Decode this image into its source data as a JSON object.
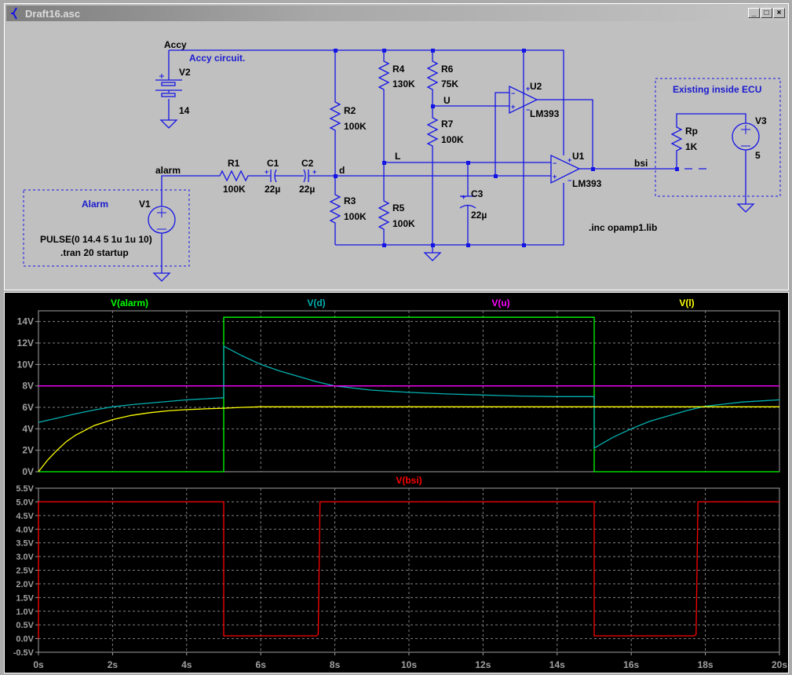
{
  "window": {
    "title": "Draft16.asc",
    "buttons": [
      "minimize",
      "maximize",
      "close"
    ]
  },
  "schematic": {
    "nets": {
      "accy": "Accy",
      "alarm": "alarm",
      "d": "d",
      "L": "L",
      "U": "U",
      "bsi": "bsi"
    },
    "comments": {
      "accy_circuit": "Accy circuit.",
      "alarm_box": "Alarm",
      "ecu_box": "Existing inside ECU"
    },
    "components": {
      "V2": {
        "name": "V2",
        "value": "14"
      },
      "V1": {
        "name": "V1",
        "value": "PULSE(0 14.4 5 1u 1u 10)"
      },
      "R1": {
        "name": "R1",
        "value": "100K"
      },
      "C1": {
        "name": "C1",
        "value": "22µ"
      },
      "C2": {
        "name": "C2",
        "value": "22µ"
      },
      "R2": {
        "name": "R2",
        "value": "100K"
      },
      "R3": {
        "name": "R3",
        "value": "100K"
      },
      "R4": {
        "name": "R4",
        "value": "130K"
      },
      "R5": {
        "name": "R5",
        "value": "100K"
      },
      "R6": {
        "name": "R6",
        "value": "75K"
      },
      "R7": {
        "name": "R7",
        "value": "100K"
      },
      "C3": {
        "name": "C3",
        "value": "22µ"
      },
      "U1": {
        "name": "U1",
        "value": "LM393"
      },
      "U2": {
        "name": "U2",
        "value": "LM393"
      },
      "Rp": {
        "name": "Rp",
        "value": "1K"
      },
      "V3": {
        "name": "V3",
        "value": "5"
      }
    },
    "directives": {
      "tran": ".tran 20 startup",
      "inc": ".inc opamp1.lib"
    },
    "colors": {
      "wire": "#1414e6",
      "comment": "#1a1ad0",
      "text": "#000000"
    }
  },
  "chart_data": [
    {
      "type": "line",
      "title": "",
      "xlabel": "",
      "ylabel": "",
      "xlim": [
        0,
        20
      ],
      "ylim": [
        0,
        15
      ],
      "yticks": [
        "0V",
        "2V",
        "4V",
        "6V",
        "8V",
        "10V",
        "12V",
        "14V"
      ],
      "ytick_values": [
        0,
        2,
        4,
        6,
        8,
        10,
        12,
        14
      ],
      "grid": true,
      "series": [
        {
          "name": "V(alarm)",
          "color": "#00ff00",
          "points": [
            [
              0,
              0
            ],
            [
              5,
              0
            ],
            [
              5,
              14.4
            ],
            [
              15,
              14.4
            ],
            [
              15,
              0
            ],
            [
              20,
              0
            ]
          ]
        },
        {
          "name": "V(d)",
          "color": "#00b0b0",
          "points": [
            [
              0,
              4.6
            ],
            [
              0.5,
              5.0
            ],
            [
              1,
              5.4
            ],
            [
              1.5,
              5.75
            ],
            [
              2,
              6.05
            ],
            [
              2.5,
              6.25
            ],
            [
              3,
              6.4
            ],
            [
              3.5,
              6.55
            ],
            [
              4,
              6.7
            ],
            [
              4.5,
              6.8
            ],
            [
              5,
              6.9
            ],
            [
              5,
              11.7
            ],
            [
              5.5,
              10.8
            ],
            [
              6,
              10.0
            ],
            [
              6.5,
              9.4
            ],
            [
              7,
              8.9
            ],
            [
              7.5,
              8.4
            ],
            [
              8,
              8.0
            ],
            [
              9,
              7.6
            ],
            [
              10,
              7.4
            ],
            [
              11,
              7.25
            ],
            [
              12,
              7.15
            ],
            [
              13,
              7.05
            ],
            [
              14,
              7.0
            ],
            [
              15,
              7.0
            ],
            [
              15,
              2.2
            ],
            [
              15.5,
              3.2
            ],
            [
              16,
              4.0
            ],
            [
              16.5,
              4.7
            ],
            [
              17,
              5.2
            ],
            [
              17.5,
              5.7
            ],
            [
              18,
              6.1
            ],
            [
              18.5,
              6.3
            ],
            [
              19,
              6.5
            ],
            [
              19.5,
              6.6
            ],
            [
              20,
              6.7
            ]
          ]
        },
        {
          "name": "V(u)",
          "color": "#ff00ff",
          "points": [
            [
              0,
              8
            ],
            [
              20,
              8
            ]
          ]
        },
        {
          "name": "V(l)",
          "color": "#ffff00",
          "points": [
            [
              0,
              0
            ],
            [
              0.25,
              1.1
            ],
            [
              0.5,
              2.0
            ],
            [
              0.75,
              2.8
            ],
            [
              1,
              3.4
            ],
            [
              1.5,
              4.3
            ],
            [
              2,
              4.86
            ],
            [
              2.5,
              5.25
            ],
            [
              3,
              5.5
            ],
            [
              3.5,
              5.68
            ],
            [
              4,
              5.79
            ],
            [
              4.5,
              5.86
            ],
            [
              5,
              5.92
            ],
            [
              5.5,
              6.0
            ],
            [
              6,
              6.05
            ],
            [
              20,
              6.05
            ]
          ]
        }
      ]
    },
    {
      "type": "line",
      "title": "",
      "xlabel": "",
      "ylabel": "",
      "xlim": [
        0,
        20
      ],
      "ylim": [
        -0.5,
        5.5
      ],
      "yticks": [
        "-0.5V",
        "0.0V",
        "0.5V",
        "1.0V",
        "1.5V",
        "2.0V",
        "2.5V",
        "3.0V",
        "3.5V",
        "4.0V",
        "4.5V",
        "5.0V",
        "5.5V"
      ],
      "ytick_values": [
        -0.5,
        0,
        0.5,
        1,
        1.5,
        2,
        2.5,
        3,
        3.5,
        4,
        4.5,
        5,
        5.5
      ],
      "xticks": [
        "0s",
        "2s",
        "4s",
        "6s",
        "8s",
        "10s",
        "12s",
        "14s",
        "16s",
        "18s",
        "20s"
      ],
      "xtick_values": [
        0,
        2,
        4,
        6,
        8,
        10,
        12,
        14,
        16,
        18,
        20
      ],
      "grid": true,
      "series": [
        {
          "name": "V(bsi)",
          "color": "#ff0000",
          "points": [
            [
              0,
              0
            ],
            [
              0,
              5
            ],
            [
              5,
              5
            ],
            [
              5,
              0.1
            ],
            [
              7.5,
              0.1
            ],
            [
              7.55,
              0.15
            ],
            [
              7.6,
              5
            ],
            [
              15,
              5
            ],
            [
              15,
              0.1
            ],
            [
              17.7,
              0.1
            ],
            [
              17.75,
              0.15
            ],
            [
              17.8,
              5
            ],
            [
              20,
              5
            ]
          ]
        }
      ]
    }
  ]
}
